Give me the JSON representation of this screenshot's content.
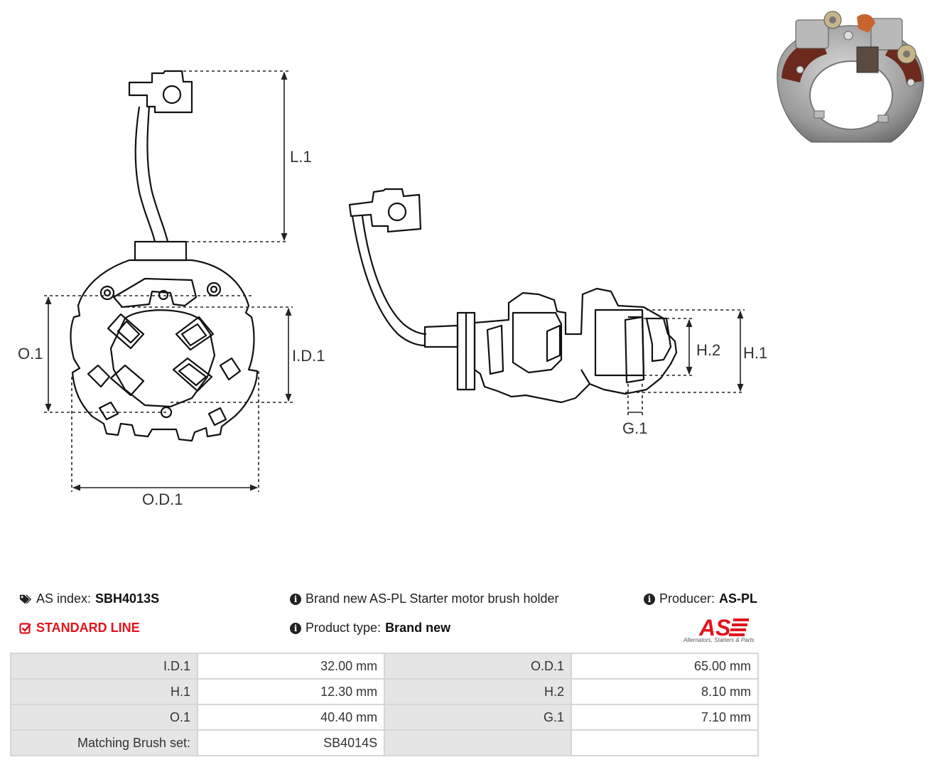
{
  "dimension_labels": {
    "l1": "L.1",
    "o1": "O.1",
    "id1": "I.D.1",
    "od1": "O.D.1",
    "h2": "H.2",
    "h1": "H.1",
    "g1": "G.1"
  },
  "info": {
    "as_index_label": "AS index:",
    "as_index_value": "SBH4013S",
    "line_label": "STANDARD LINE",
    "description": "Brand new AS-PL Starter motor brush holder",
    "product_type_label": "Product type:",
    "product_type_value": "Brand new",
    "producer_label": "Producer:",
    "producer_value": "AS-PL"
  },
  "brand": {
    "logo_text": "AS",
    "tagline": "Alternators, Starters & Parts",
    "accent": "#e3141b"
  },
  "specs": [
    {
      "l1": "I.D.1",
      "v1": "32.00 mm",
      "l2": "O.D.1",
      "v2": "65.00 mm"
    },
    {
      "l1": "H.1",
      "v1": "12.30 mm",
      "l2": "H.2",
      "v2": "8.10 mm"
    },
    {
      "l1": "O.1",
      "v1": "40.40 mm",
      "l2": "G.1",
      "v2": "7.10 mm"
    },
    {
      "l1": "Matching Brush set:",
      "v1": "SB4014S",
      "l2": "",
      "v2": ""
    }
  ]
}
